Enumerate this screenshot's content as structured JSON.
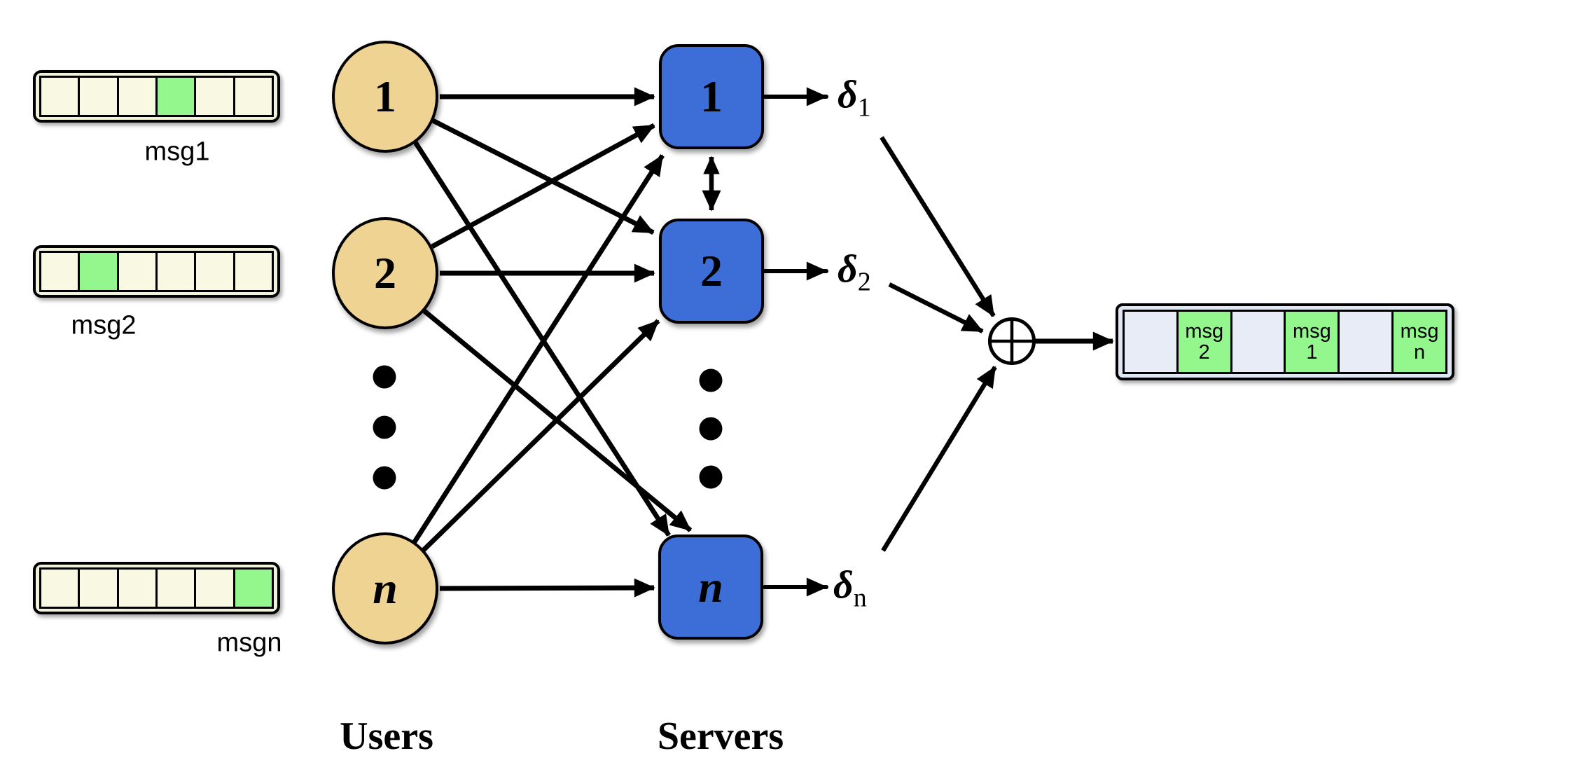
{
  "diagram": {
    "captions": {
      "users": "Users",
      "servers": "Servers"
    },
    "message_buffers": [
      {
        "label": "msg1",
        "cells": [
          "empty",
          "empty",
          "empty",
          "filled",
          "empty",
          "empty"
        ]
      },
      {
        "label": "msg2",
        "cells": [
          "empty",
          "filled",
          "empty",
          "empty",
          "empty",
          "empty"
        ]
      },
      {
        "label": "msgn",
        "cells": [
          "empty",
          "empty",
          "empty",
          "empty",
          "empty",
          "filled"
        ]
      }
    ],
    "users": [
      {
        "label": "1"
      },
      {
        "label": "2"
      },
      {
        "label": "n"
      }
    ],
    "servers": [
      {
        "label": "1"
      },
      {
        "label": "2"
      },
      {
        "label": "n"
      }
    ],
    "answers": [
      {
        "symbol": "δ",
        "subscript": "1"
      },
      {
        "symbol": "δ",
        "subscript": "2"
      },
      {
        "symbol": "δ",
        "subscript": "n"
      }
    ],
    "xor_symbol": "⊕",
    "output_buffer": {
      "cells": [
        {
          "fill": "light",
          "line1": "",
          "line2": ""
        },
        {
          "fill": "green",
          "line1": "msg",
          "line2": "2"
        },
        {
          "fill": "light",
          "line1": "",
          "line2": ""
        },
        {
          "fill": "green",
          "line1": "msg",
          "line2": "1"
        },
        {
          "fill": "light",
          "line1": "",
          "line2": ""
        },
        {
          "fill": "green",
          "line1": "msg",
          "line2": "n"
        }
      ]
    },
    "colors": {
      "user-fill": "#efd393",
      "server-fill": "#3d6ed8",
      "cell-cream": "#f8f8e3",
      "band-cream": "#f2f2d9",
      "cell-green": "#94f78e",
      "cell-light": "#e7ecf7",
      "band-light": "#dfe6f4",
      "line": "#000000"
    }
  }
}
